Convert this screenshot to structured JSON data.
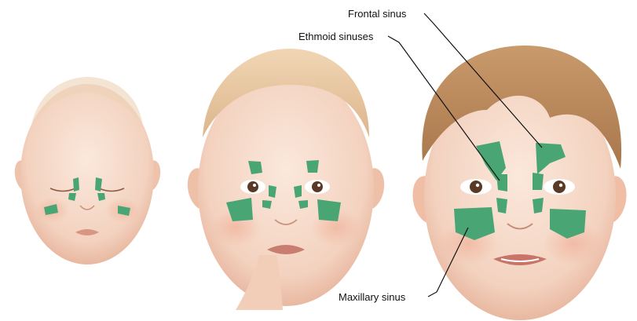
{
  "labels": {
    "frontal": "Frontal sinus",
    "ethmoid": "Ethmoid sinuses",
    "maxillary": "Maxillary sinus"
  },
  "colors": {
    "sinus": "#4aa574",
    "sinus_edge": "#2f7d52",
    "skin": "#f6d9c8",
    "skin_shadow": "#e9b8a0",
    "hair_light": "#e8c9a4",
    "hair_dark": "#b98a5e",
    "leader": "#111111"
  },
  "icons": [
    "newborn-face",
    "infant-face",
    "child-face"
  ]
}
